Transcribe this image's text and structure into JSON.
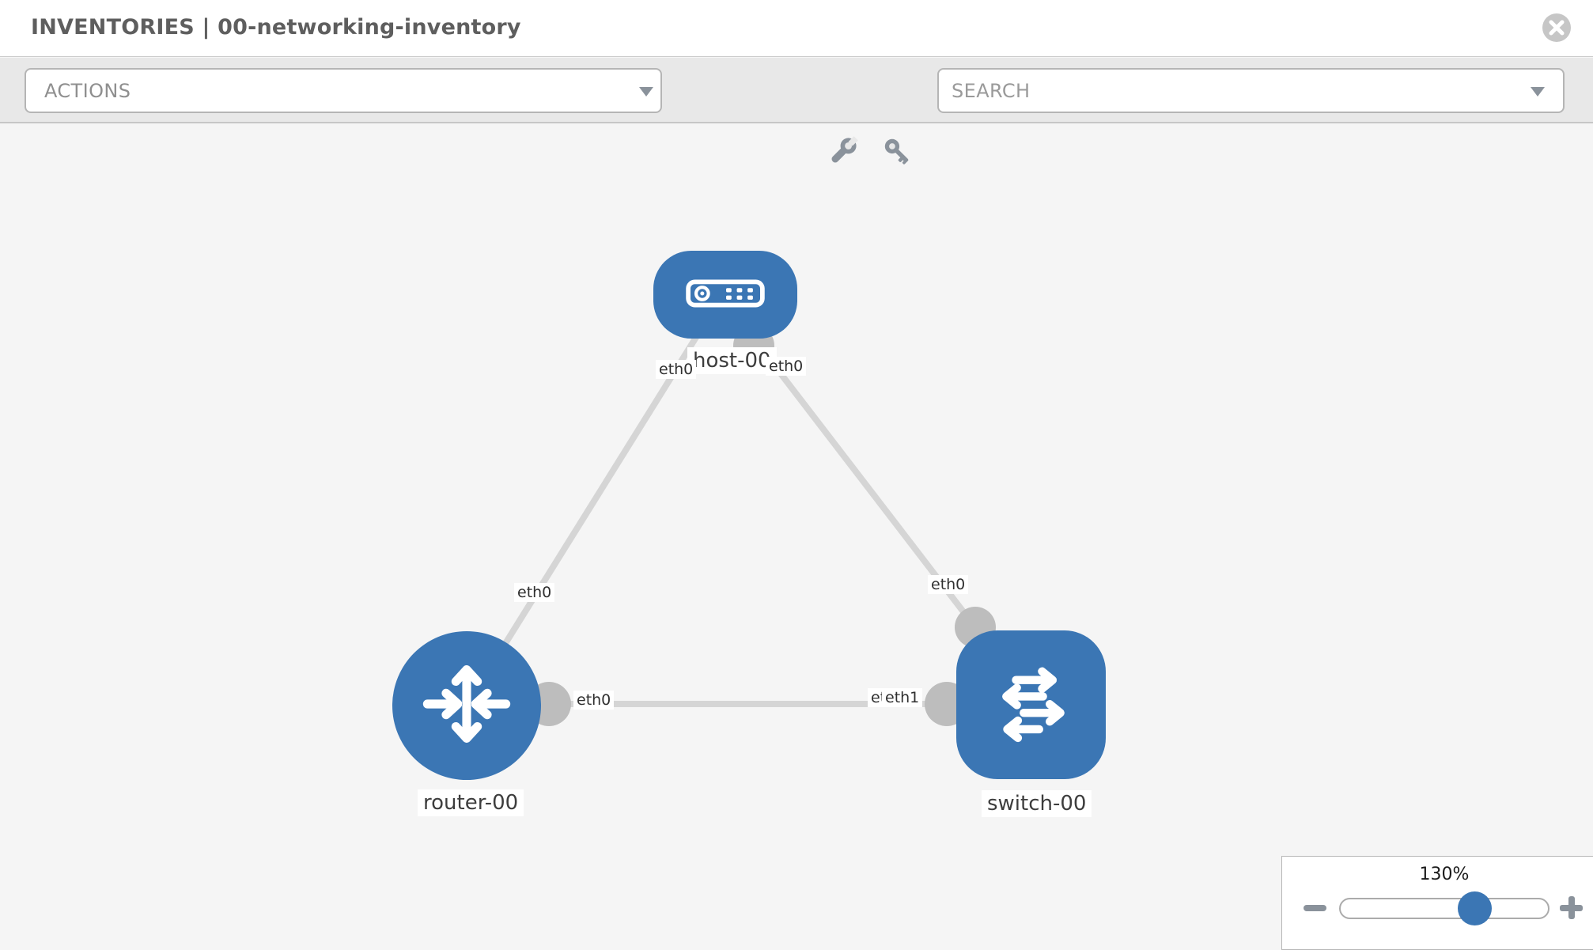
{
  "header": {
    "title": "INVENTORIES | 00-networking-inventory"
  },
  "toolbar": {
    "actions": {
      "label": "ACTIONS"
    },
    "search": {
      "placeholder": "SEARCH",
      "value": ""
    },
    "icons": {
      "wrench": "wrench-icon",
      "key": "key-icon"
    }
  },
  "icons": {
    "close": "close-circle-icon",
    "dropdown_caret": "caret-down-icon",
    "zoom_out": "minus-icon",
    "zoom_in": "plus-icon"
  },
  "colors": {
    "node_blue": "#3b76b4",
    "link_gray": "#d5d5d5",
    "iface_circle_gray": "#bdbdbd",
    "toolbar_bg": "#e8e8e8",
    "canvas_bg": "#f5f5f5"
  },
  "topology": {
    "nodes": [
      {
        "id": "host-00",
        "type": "host",
        "label": "host-00",
        "icon": "host-icon"
      },
      {
        "id": "router-00",
        "type": "router",
        "label": "router-00",
        "icon": "router-icon"
      },
      {
        "id": "switch-00",
        "type": "switch",
        "label": "switch-00",
        "icon": "switch-icon"
      }
    ],
    "links": [
      {
        "from": "host-00",
        "to": "router-00",
        "from_iface": "eth0",
        "to_iface": "eth0"
      },
      {
        "from": "host-00",
        "to": "switch-00",
        "from_iface": "eth0",
        "to_iface": "eth0"
      },
      {
        "from": "router-00",
        "to": "switch-00",
        "from_iface": "eth0",
        "to_iface": "eth1"
      }
    ],
    "occluded_iface_label": "eth0"
  },
  "zoom_control": {
    "percent": "130%",
    "value": 130
  }
}
